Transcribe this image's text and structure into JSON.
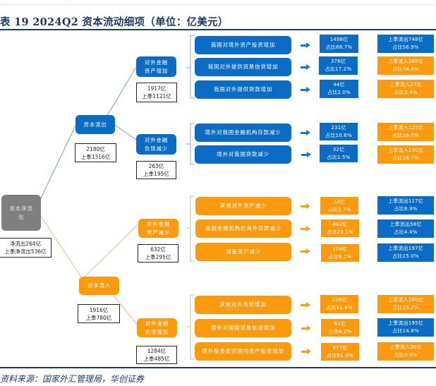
{
  "title": "表 19   2024Q2 资本流动细项（单位：亿美元）",
  "source": "资料来源：国家外汇管理局，华创证券",
  "colors": {
    "outflow_blue": "#0a6cc4",
    "inflow_orange": "#fb9a0e",
    "net_grey": "#7f7f7f",
    "title_navy": "#1f3a63"
  },
  "root": {
    "label_line1": "资本净流",
    "label_line2": "出",
    "stat_line1": "净流出264亿",
    "stat_line2": "上季净流出536亿"
  },
  "branches": [
    {
      "label": "资本流出",
      "color": "blue",
      "stat_line1": "2180亿",
      "stat_line2": "上季1316亿",
      "groups": [
        {
          "label_line1": "对外金融",
          "label_line2": "资产增加",
          "stat_line1": "1917亿",
          "stat_line2": "上季1121亿",
          "items": [
            {
              "label": "我国对境外资产投资增加",
              "value": "1498亿",
              "share": "占比68.7%",
              "prev": "上季流出748亿",
              "prev_share": "占比56.9%",
              "prev_color": "blue"
            },
            {
              "label": "我国对外提供贸易信贷增加",
              "value": "376亿",
              "share": "占比17.2%",
              "prev": "上季流入268亿",
              "prev_share": "占比34.4%",
              "prev_color": "orange"
            },
            {
              "label": "我国对外提供贷款增加",
              "value": "44亿",
              "share": "占比2.0%",
              "prev": "上季流入27亿",
              "prev_share": "占比3.4%",
              "prev_color": "orange"
            }
          ]
        },
        {
          "label_line1": "对外金融",
          "label_line2": "负债减少",
          "stat_line1": "263亿",
          "stat_line2": "上季195亿",
          "items": [
            {
              "label": "境外对我国金融机构存款减少",
              "value": "231亿",
              "share": "占比10.6%",
              "prev": "上季流入125亿",
              "prev_share": "占比16.0%",
              "prev_color": "orange"
            },
            {
              "label": "境外对我国贷款减少",
              "value": "32亿",
              "share": "占比1.5%",
              "prev": "上季流入130亿",
              "prev_share": "占比16.7%",
              "prev_color": "orange"
            }
          ]
        }
      ]
    },
    {
      "label": "资本流入",
      "color": "orange",
      "stat_line1": "1916亿",
      "stat_line2": "上季780亿",
      "groups": [
        {
          "label_line1": "对外金融",
          "label_line2": "资产减少",
          "stat_line1": "632亿",
          "stat_line2": "上季295亿",
          "items": [
            {
              "label": "其他对外资产减少",
              "value": "33亿",
              "share": "占比1.7%",
              "prev": "上季流出117亿",
              "prev_share": "占比8.9%",
              "prev_color": "blue"
            },
            {
              "label": "我国金融机构在海外存款减少",
              "value": "442亿",
              "share": "占比23.1%",
              "prev": "上季流出58亿",
              "prev_share": "占比4.4%",
              "prev_color": "blue"
            },
            {
              "label": "储备资产减少",
              "value": "156亿",
              "share": "占比8.1%",
              "prev": "上季流出197亿",
              "prev_share": "占比15.0%",
              "prev_color": "blue"
            }
          ]
        },
        {
          "label_line1": "对外金融",
          "label_line2": "负债增加",
          "stat_line1": "1284亿",
          "stat_line2": "上季485亿",
          "items": [
            {
              "label": "其他对外负债增加",
              "value": "226亿",
              "share": "占比11.8%",
              "prev": "上季流入200亿",
              "prev_share": "占比25.7%",
              "prev_color": "orange"
            },
            {
              "label": "境外对我国贸易信贷增加",
              "value": "81亿",
              "share": "占比4.2%",
              "prev": "上季流出195亿",
              "prev_share": "占比14.8%",
              "prev_color": "blue"
            },
            {
              "label": "境外投资者对国内资产投资增加",
              "value": "977亿",
              "share": "占比51.0%",
              "prev": "上季流入30亿",
              "prev_share": "占比3.9%",
              "prev_color": "orange"
            }
          ]
        }
      ]
    }
  ]
}
